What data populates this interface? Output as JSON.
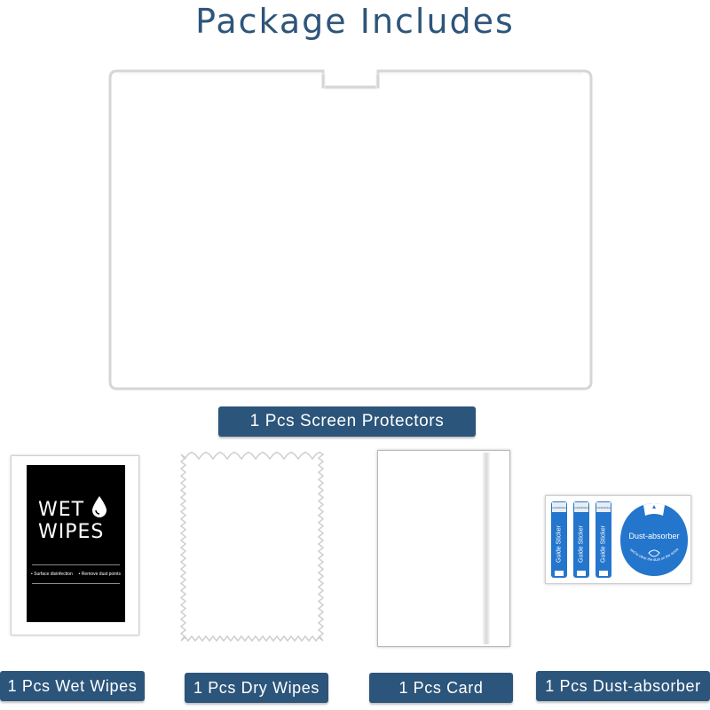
{
  "title": "Package Includes",
  "items": {
    "screen_protector": {
      "label": "1 Pcs Screen Protectors"
    },
    "wet_wipes": {
      "label": "1 Pcs Wet Wipes",
      "pack_title_line1": "WET",
      "pack_title_line2": "WIPES",
      "pack_note_left": "• Surface disinfection",
      "pack_note_right": "• Remove dust points"
    },
    "dry_wipes": {
      "label": "1 Pcs Dry Wipes"
    },
    "card": {
      "label": "1 Pcs Card"
    },
    "dust_absorber": {
      "label": "1 Pcs Dust-absorber",
      "guide_sticker_text": "Guide Sticker",
      "guide_sticker_top": "GuideSticker",
      "absorber_title": "Dust-absorber",
      "absorber_note": "Used to clear the dust on the screen"
    }
  },
  "colors": {
    "title": "#2e557a",
    "label_bg": "#2c557b",
    "label_text": "#ffffff",
    "accent_blue": "#2476cc"
  }
}
